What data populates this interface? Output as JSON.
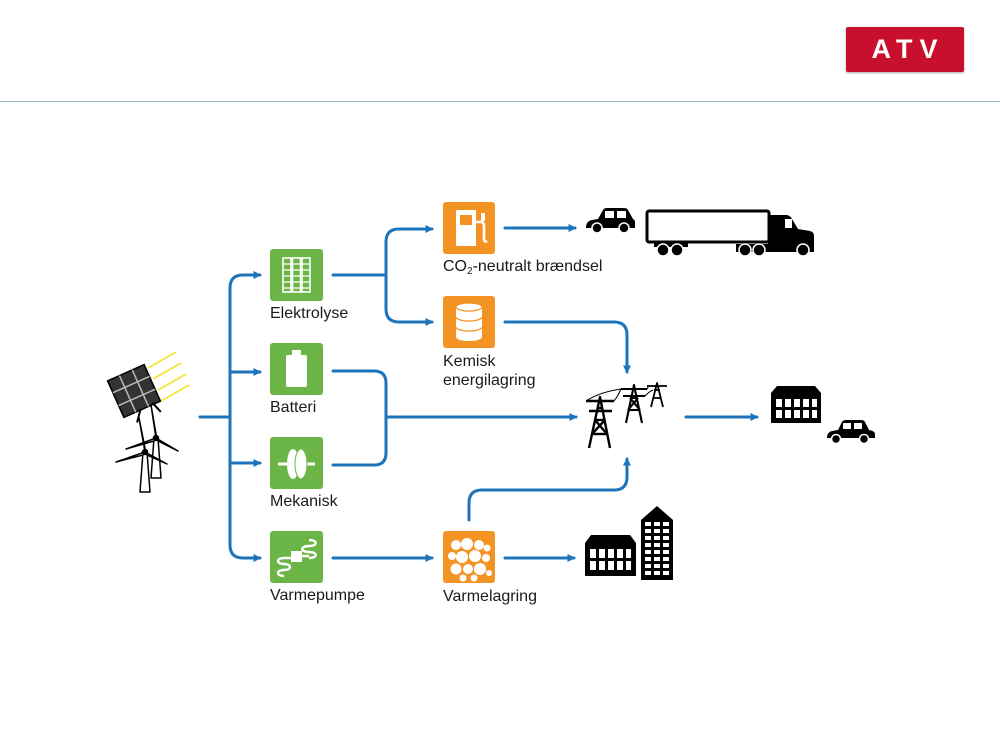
{
  "header": {
    "logo_text": "ATV"
  },
  "colors": {
    "flow_arrow": "#1e74bb",
    "storage_green": "#6ab545",
    "storage_orange": "#f39324",
    "logo_red": "#c8102e",
    "sun_rays": "#f2e533"
  },
  "sources": {
    "icons": [
      "solar-panel-icon",
      "wind-turbine-icon"
    ]
  },
  "storage_tech": [
    {
      "label": "Elektrolyse",
      "icon": "electrolysis-icon"
    },
    {
      "label": "Batteri",
      "icon": "battery-icon"
    },
    {
      "label": "Mekanisk",
      "icon": "flywheel-icon"
    },
    {
      "label": "Varmepumpe",
      "icon": "heat-pump-icon"
    }
  ],
  "storage_forms": {
    "fuel": {
      "label_prefix": "CO",
      "label_sub": "2",
      "label_suffix": "-neutralt brændsel",
      "icon": "fuel-pump-icon"
    },
    "chemical": {
      "label_line1": "Kemisk",
      "label_line2": "energilagring",
      "icon": "barrel-icon"
    },
    "heat": {
      "label": "Varmelagring",
      "icon": "heat-storage-icon"
    }
  },
  "end_uses": [
    "car-icon",
    "truck-icon",
    "power-grid-icon",
    "factory-icon",
    "city-buildings-icon"
  ]
}
